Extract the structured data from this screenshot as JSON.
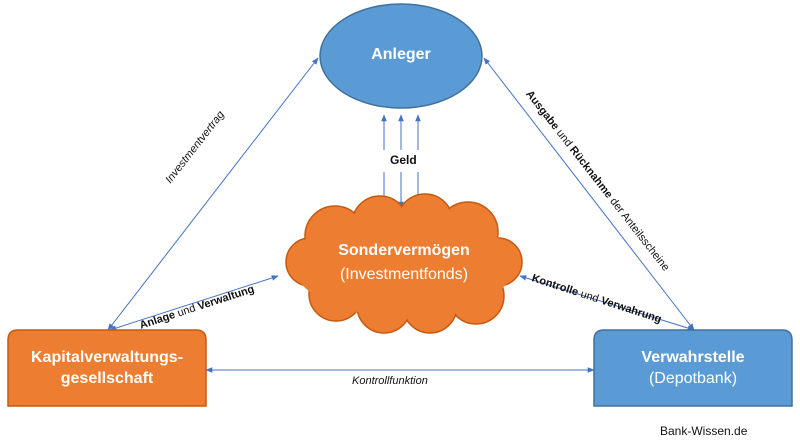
{
  "nodes": {
    "anleger": {
      "label": "Anleger"
    },
    "sondervermoegen": {
      "title": "Sondervermögen",
      "subtitle": "(Investmentfonds)"
    },
    "kvg": {
      "line1": "Kapitalverwaltungs-",
      "line2": "gesellschaft"
    },
    "verwahrstelle": {
      "title": "Verwahrstelle",
      "subtitle": "(Depotbank)"
    }
  },
  "edges": {
    "investmentvertrag": "Investmentvertrag",
    "geld": "Geld",
    "ausgabe": {
      "part1": "Ausgabe",
      "part2": " und ",
      "part3": "Rücknahme",
      "part4": " der Anteilsscheine"
    },
    "anlage": {
      "part1": "Anlage",
      "part2": " und ",
      "part3": "Verwaltung"
    },
    "kontrolle": {
      "part1": "Kontrolle",
      "part2": " und ",
      "part3": "Verwahrung"
    },
    "kontrollfunktion": "Kontrollfunktion"
  },
  "footer": {
    "credit": "Bank-Wissen.de"
  },
  "colors": {
    "blue": "#5b9bd5",
    "blue_border": "#41719c",
    "orange": "#ed7d31",
    "orange_border": "#c55a11",
    "line": "#4472c4"
  }
}
